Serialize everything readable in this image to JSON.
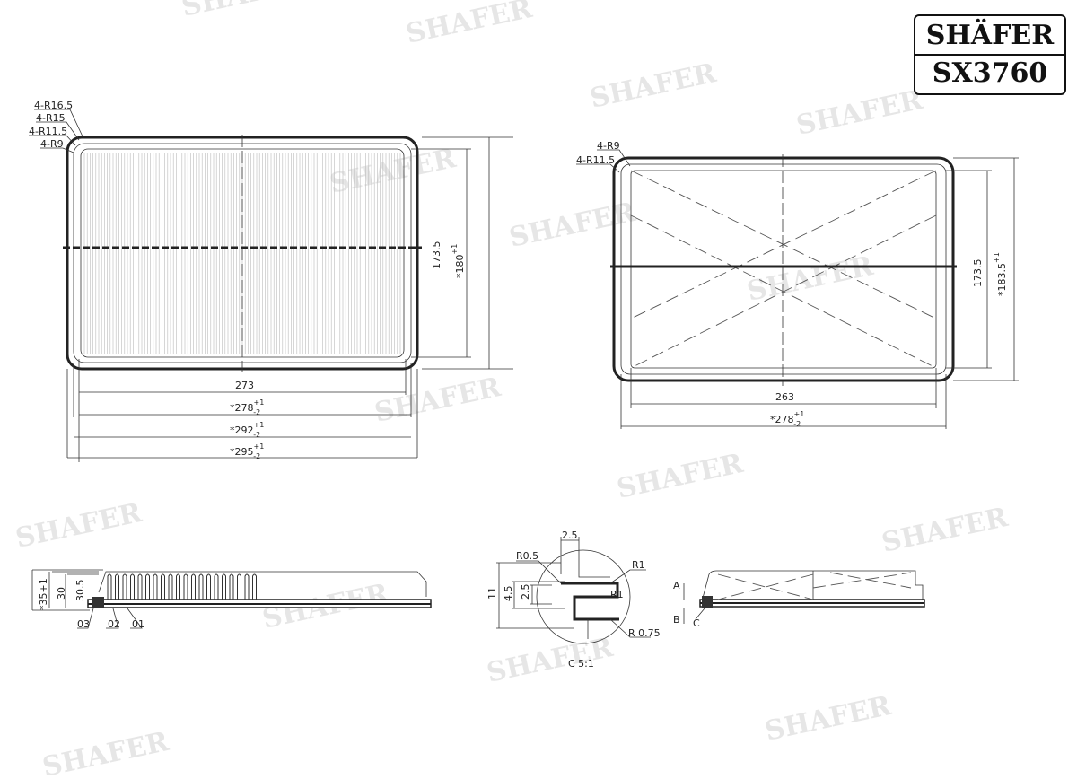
{
  "watermark": "SHAFER",
  "title_block": {
    "brand": "SHÄFER",
    "part_number": "SX3760"
  },
  "top_view": {
    "radii": [
      "4-R16.5",
      "4-R15",
      "4-R11.5",
      "4-R9"
    ],
    "height_inner": "173.5",
    "height_outer": "*180",
    "width_1": "273",
    "width_2": "*278",
    "width_3": "*292",
    "width_4": "*295",
    "tol_plus": "+1",
    "tol_minus": "-2"
  },
  "bottom_view": {
    "radii": [
      "4-R9",
      "4-R11.5"
    ],
    "height_inner": "173.5",
    "height_outer": "*183.5",
    "width_1": "263",
    "width_2": "*278",
    "tol_plus": "+1",
    "tol_minus": "-2"
  },
  "side_view": {
    "height_total": "*35+1",
    "height_1": "30",
    "height_2": "30.5",
    "parts": [
      "03",
      "02",
      "01"
    ]
  },
  "detail_c": {
    "top_width": "2.5",
    "r_small": "R0.5",
    "r1_a": "R1",
    "r1_b": "R1",
    "height": "11",
    "h_45": "4.5",
    "h_25": "2.5",
    "r_075": "R 0.75",
    "caption": "C  5:1"
  },
  "section_view": {
    "label_a": "A",
    "label_b": "B",
    "label_c": "C"
  }
}
